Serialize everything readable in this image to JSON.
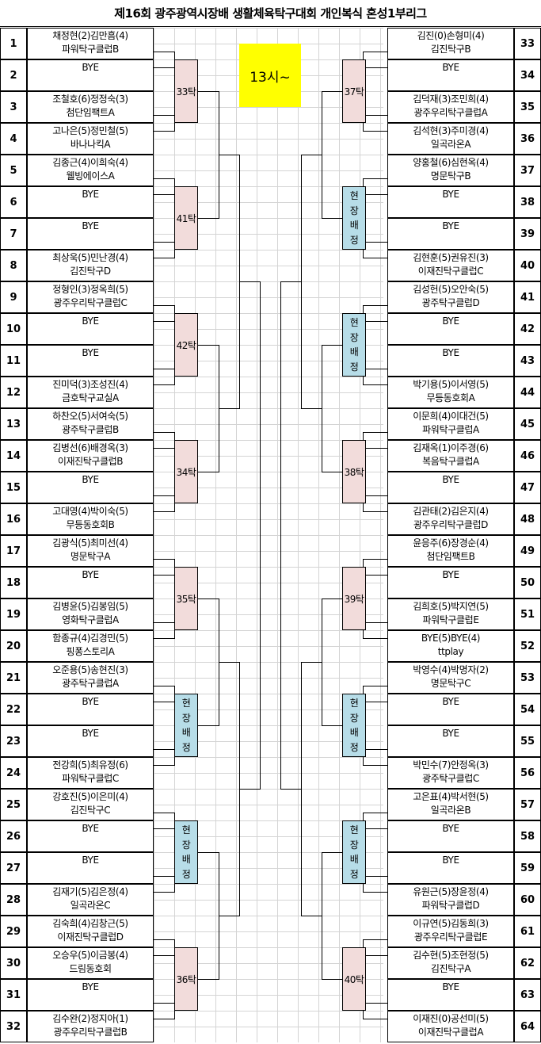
{
  "title": "제16회 광주광역시장배 생활체육탁구대회 개인복식 혼성1부리그",
  "start_time": "13시~",
  "onsite_label": [
    "현",
    "장",
    "배",
    "정"
  ],
  "colors": {
    "table_box": "#f2dcdb",
    "onsite_box": "#b7dde8",
    "time_box": "#ffff00",
    "grid": "#d4d4d4"
  },
  "left": [
    {
      "no": "1",
      "players": "채정현(2)김만흠(4)",
      "club": "파워탁구클럽B"
    },
    {
      "no": "2",
      "players": "BYE",
      "club": ""
    },
    {
      "no": "3",
      "players": "조철호(6)정정숙(3)",
      "club": "첨단임팩트A"
    },
    {
      "no": "4",
      "players": "고나은(5)정민철(5)",
      "club": "바나나킥A"
    },
    {
      "no": "5",
      "players": "김종근(4)이희숙(4)",
      "club": "웰빙에이스A"
    },
    {
      "no": "6",
      "players": "BYE",
      "club": ""
    },
    {
      "no": "7",
      "players": "BYE",
      "club": ""
    },
    {
      "no": "8",
      "players": "최상욱(5)민난경(4)",
      "club": "김진탁구D"
    },
    {
      "no": "9",
      "players": "정형인(3)정옥희(5)",
      "club": "광주우리탁구클럽C"
    },
    {
      "no": "10",
      "players": "BYE",
      "club": ""
    },
    {
      "no": "11",
      "players": "BYE",
      "club": ""
    },
    {
      "no": "12",
      "players": "진미덕(3)조성진(4)",
      "club": "금호탁구교실A"
    },
    {
      "no": "13",
      "players": "하찬오(5)서여숙(5)",
      "club": "광주탁구클럽B"
    },
    {
      "no": "14",
      "players": "김병선(6)배경옥(3)",
      "club": "이재진탁구클럽B"
    },
    {
      "no": "15",
      "players": "BYE",
      "club": ""
    },
    {
      "no": "16",
      "players": "고대영(4)박이숙(5)",
      "club": "무등동호회B"
    },
    {
      "no": "17",
      "players": "김광식(5)최미선(4)",
      "club": "명문탁구A"
    },
    {
      "no": "18",
      "players": "BYE",
      "club": ""
    },
    {
      "no": "19",
      "players": "김병윤(5)김봉임(5)",
      "club": "영화탁구클럽A"
    },
    {
      "no": "20",
      "players": "함종규(4)김경민(5)",
      "club": "핑퐁스토리A"
    },
    {
      "no": "21",
      "players": "오준용(5)송현진(3)",
      "club": "광주탁구클럽A"
    },
    {
      "no": "22",
      "players": "BYE",
      "club": ""
    },
    {
      "no": "23",
      "players": "BYE",
      "club": ""
    },
    {
      "no": "24",
      "players": "전강희(5)최유정(6)",
      "club": "파워탁구클럽C"
    },
    {
      "no": "25",
      "players": "강호진(5)이은미(4)",
      "club": "김진탁구C"
    },
    {
      "no": "26",
      "players": "BYE",
      "club": ""
    },
    {
      "no": "27",
      "players": "BYE",
      "club": ""
    },
    {
      "no": "28",
      "players": "김재기(5)김은정(4)",
      "club": "일곡라온C"
    },
    {
      "no": "29",
      "players": "김숙희(4)김창근(5)",
      "club": "이재진탁구클럽D"
    },
    {
      "no": "30",
      "players": "오승우(5)이금봉(4)",
      "club": "드림동호회"
    },
    {
      "no": "31",
      "players": "BYE",
      "club": ""
    },
    {
      "no": "32",
      "players": "김수완(2)정지아(1)",
      "club": "광주우리탁구클럽B"
    }
  ],
  "right": [
    {
      "no": "33",
      "players": "김진(0)손형미(4)",
      "club": "김진탁구B"
    },
    {
      "no": "34",
      "players": "BYE",
      "club": ""
    },
    {
      "no": "35",
      "players": "김덕재(3)조민희(4)",
      "club": "광주우리탁구클럽A"
    },
    {
      "no": "36",
      "players": "김석현(3)주미경(4)",
      "club": "일곡라온A"
    },
    {
      "no": "37",
      "players": "양홍철(6)심현옥(4)",
      "club": "명문탁구B"
    },
    {
      "no": "38",
      "players": "BYE",
      "club": ""
    },
    {
      "no": "39",
      "players": "BYE",
      "club": ""
    },
    {
      "no": "40",
      "players": "김현훈(5)권유진(3)",
      "club": "이재진탁구클럽C"
    },
    {
      "no": "41",
      "players": "김성헌(5)오안숙(5)",
      "club": "광주탁구클럽D"
    },
    {
      "no": "42",
      "players": "BYE",
      "club": ""
    },
    {
      "no": "43",
      "players": "BYE",
      "club": ""
    },
    {
      "no": "44",
      "players": "박기용(5)이서영(5)",
      "club": "무등동호회A"
    },
    {
      "no": "45",
      "players": "이문희(4)이대건(5)",
      "club": "파워탁구클럽A"
    },
    {
      "no": "46",
      "players": "김재옥(1)이주경(6)",
      "club": "복음탁구클럽A"
    },
    {
      "no": "47",
      "players": "BYE",
      "club": ""
    },
    {
      "no": "48",
      "players": "김관태(2)김은지(4)",
      "club": "광주우리탁구클럽D"
    },
    {
      "no": "49",
      "players": "윤응주(6)장경순(4)",
      "club": "첨단임팩트B"
    },
    {
      "no": "50",
      "players": "BYE",
      "club": ""
    },
    {
      "no": "51",
      "players": "김희호(5)박지연(5)",
      "club": "파워탁구클럽E"
    },
    {
      "no": "52",
      "players": "BYE(5)BYE(4)",
      "club": "ttplay"
    },
    {
      "no": "53",
      "players": "박영수(4)박명자(2)",
      "club": "명문탁구C"
    },
    {
      "no": "54",
      "players": "BYE",
      "club": ""
    },
    {
      "no": "55",
      "players": "BYE",
      "club": ""
    },
    {
      "no": "56",
      "players": "박민수(7)안정옥(3)",
      "club": "광주탁구클럽C"
    },
    {
      "no": "57",
      "players": "고은표(4)박서현(5)",
      "club": "일곡라온B"
    },
    {
      "no": "58",
      "players": "BYE",
      "club": ""
    },
    {
      "no": "59",
      "players": "BYE",
      "club": ""
    },
    {
      "no": "60",
      "players": "유원근(5)장윤정(4)",
      "club": "파워탁구클럽D"
    },
    {
      "no": "61",
      "players": "이규연(5)김동희(3)",
      "club": "광주우리탁구클럽E"
    },
    {
      "no": "62",
      "players": "김수현(5)조현정(5)",
      "club": "김진탁구A"
    },
    {
      "no": "63",
      "players": "BYE",
      "club": ""
    },
    {
      "no": "64",
      "players": "이재진(0)공선미(5)",
      "club": "이재진탁구클럽A"
    }
  ],
  "tables_left": [
    "33탁",
    "41탁",
    "42탁",
    "34탁",
    "35탁",
    "현장배정",
    "현장배정",
    "36탁"
  ],
  "tables_right": [
    "37탁",
    "현장배정",
    "현장배정",
    "38탁",
    "39탁",
    "현장배정",
    "현장배정",
    "40탁"
  ]
}
